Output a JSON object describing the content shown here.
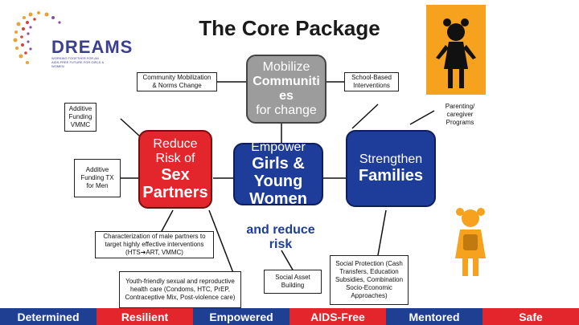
{
  "logo": {
    "name": "DREAMS",
    "tagline": "WORKING TOGETHER FOR AN AIDS-FREE FUTURE FOR GIRLS & WOMEN"
  },
  "title": "The Core Package",
  "nodes": {
    "community_mobilization": "Community Mobilization & Norms Change",
    "mobilize_line1": "Mobilize",
    "mobilize_line2": "Communiti es",
    "mobilize_line3": "for change",
    "school_based": "School-Based Interventions",
    "parenting": "Parenting/ caregiver Programs",
    "additive_vmmc": "Additive Funding VMMC",
    "additive_tx": "Additive Funding TX for Men",
    "reduce_line1": "Reduce Risk of",
    "reduce_line2": "Sex Partners",
    "empower_line1": "Empower",
    "empower_line2": "Girls & Young Women",
    "empower_line3": "and reduce risk",
    "strengthen_line1": "Strengthen",
    "strengthen_line2": "Families",
    "characterization": "Characterization of male partners to target highly effective interventions (HTS➔ART, VMMC)",
    "youth_friendly": "Youth-friendly sexual and reproductive health care (Condoms, HTC, PrEP, Contraceptive Mix, Post-violence care)",
    "social_asset": "Social Asset Building",
    "social_protection": "Social Protection (Cash Transfers, Education Subsidies, Combination Socio-Economic Approaches)"
  },
  "footer": [
    {
      "label": "Determined",
      "color": "#1f3f93"
    },
    {
      "label": "Resilient",
      "color": "#e3262c"
    },
    {
      "label": "Empowered",
      "color": "#1f3f93"
    },
    {
      "label": "AIDS-Free",
      "color": "#e3262c"
    },
    {
      "label": "Mentored",
      "color": "#1f3f93"
    },
    {
      "label": "Safe",
      "color": "#e3262c"
    }
  ]
}
